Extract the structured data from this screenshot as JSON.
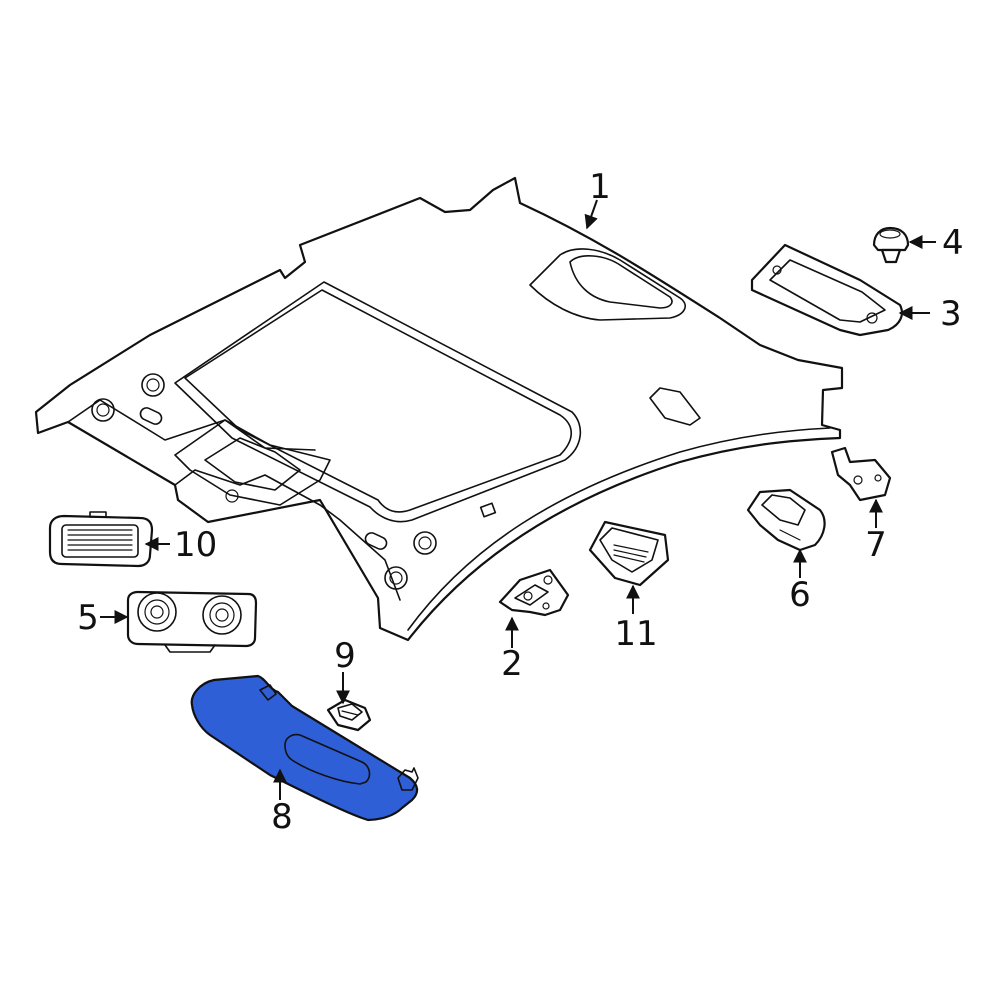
{
  "highlight_color": "#2e5fd6",
  "callouts": {
    "p1": "1",
    "p2": "2",
    "p3": "3",
    "p4": "4",
    "p5": "5",
    "p6": "6",
    "p7": "7",
    "p8": "8",
    "p9": "9",
    "p10": "10",
    "p11": "11"
  },
  "highlighted_part": "8"
}
